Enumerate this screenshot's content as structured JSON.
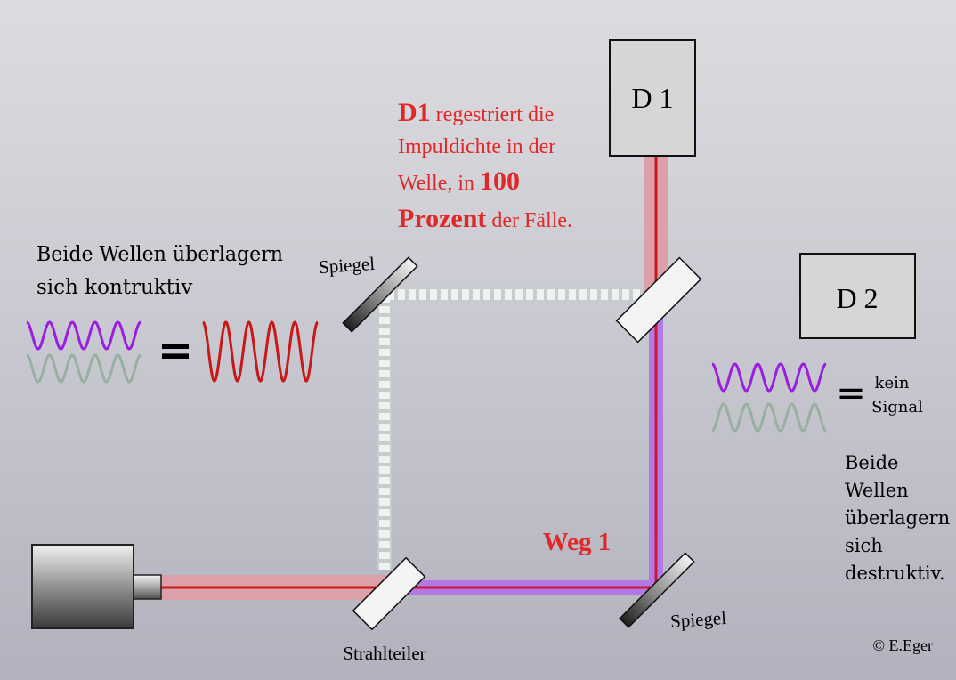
{
  "detectors": {
    "d1": "D 1",
    "d2": "D 2"
  },
  "components": {
    "beam_splitter": "Strahlteiler",
    "mirror_top_left": "Spiegel",
    "mirror_bottom_right": "Spiegel"
  },
  "path_label": "Weg 1",
  "d1_note": {
    "line1_bold": "D1",
    "line1_rest": " regestriert die",
    "line2": "Impuldichte in der",
    "line3_a": "Welle, in ",
    "line3_bold": "100",
    "line4_bold": "Prozent",
    "line4_rest": " der Fälle."
  },
  "constructive": {
    "line1": "Beide Wellen überlagern",
    "line2": "sich kontruktiv",
    "equals": "="
  },
  "destructive": {
    "equals": "=",
    "result_line1": "kein",
    "result_line2": "Signal",
    "text_lines": [
      "Beide",
      "Wellen",
      "überlagern",
      "sich",
      "destruktiv."
    ]
  },
  "copyright": "© E.Eger",
  "colors": {
    "beam_red": "#d01818",
    "beam_purple": "#a050e0",
    "wave_purple": "#9b1ee0",
    "wave_gray": "#98b0a0",
    "text_red": "#e02828",
    "dashed_path": "#e6ecec"
  }
}
